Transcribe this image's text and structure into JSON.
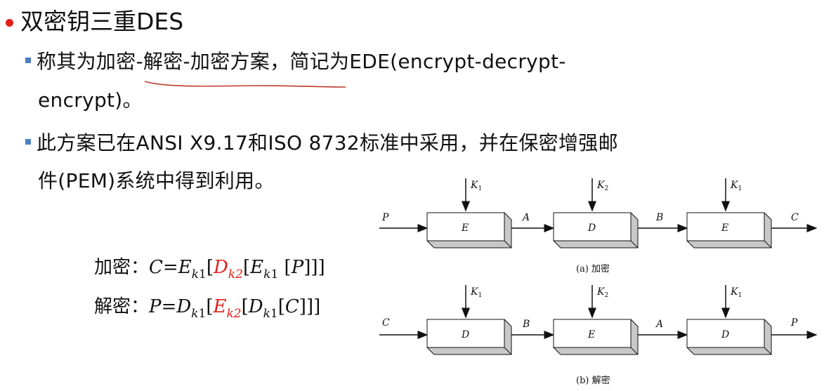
{
  "slide": {
    "title": "双密钥三重DES",
    "bullet1_line1": "称其为加密-解密-加密方案，简记为EDE(encrypt-decrypt-",
    "bullet1_line2": "encrypt)。",
    "bullet2_line1": "此方案已在ANSI X9.17和ISO 8732标准中采用，并在保密增强邮",
    "bullet2_line2": "件(PEM)系统中得到利用。"
  },
  "formulas": {
    "enc_label": "加密：",
    "dec_label": "解密："
  },
  "diagram": {
    "encrypt": {
      "input": "P",
      "output": "C",
      "boxes": [
        "E",
        "D",
        "E"
      ],
      "keys": [
        "K",
        "K",
        "K"
      ],
      "key_subs": [
        "1",
        "2",
        "1"
      ],
      "links": [
        "A",
        "B"
      ],
      "caption": "(a) 加密"
    },
    "decrypt": {
      "input": "C",
      "output": "P",
      "boxes": [
        "D",
        "E",
        "D"
      ],
      "keys": [
        "K",
        "K",
        "K"
      ],
      "key_subs": [
        "1",
        "2",
        "1"
      ],
      "links": [
        "B",
        "A"
      ],
      "caption": "(b) 解密"
    }
  },
  "colors": {
    "bullet": "#e0201a",
    "sub_bullet": "#4a7fc1",
    "highlight": "#e0201a",
    "underline": "#c0392b"
  }
}
